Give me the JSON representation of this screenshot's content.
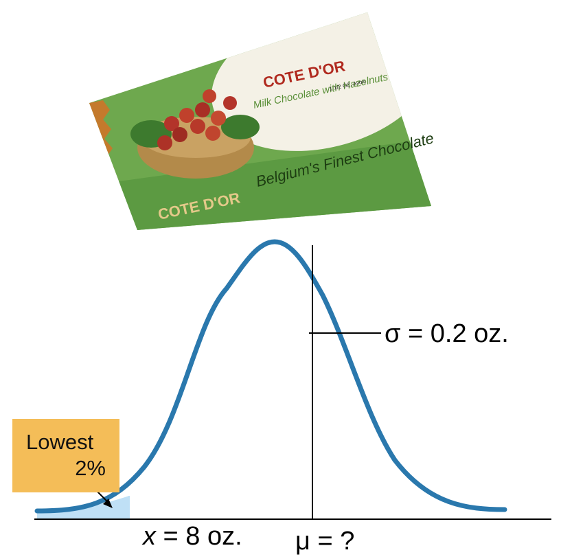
{
  "header": {
    "partial_title": "... c... ...e.... ...e ...c... ...c..."
  },
  "image": {
    "brand": "COTE D'OR",
    "product": "Milk Chocolate with Hazelnuts",
    "tagline": "Belgium's Finest Chocolate",
    "weight": "1 1/2 OZ. Avoir.",
    "side_brand": "COTE D'OR"
  },
  "diagram": {
    "sigma_label": "σ = 0.2 oz.",
    "mu_label": "μ = ?",
    "x_label_var": "x",
    "x_label_rest": " = 8 oz.",
    "callout_line1": "Lowest",
    "callout_line2": "2%"
  },
  "colors": {
    "curve": "#2a78ad",
    "tail_fill": "#bfe0f6",
    "callout": "#f4bd58",
    "wrapper_green": "#6ea84e"
  }
}
